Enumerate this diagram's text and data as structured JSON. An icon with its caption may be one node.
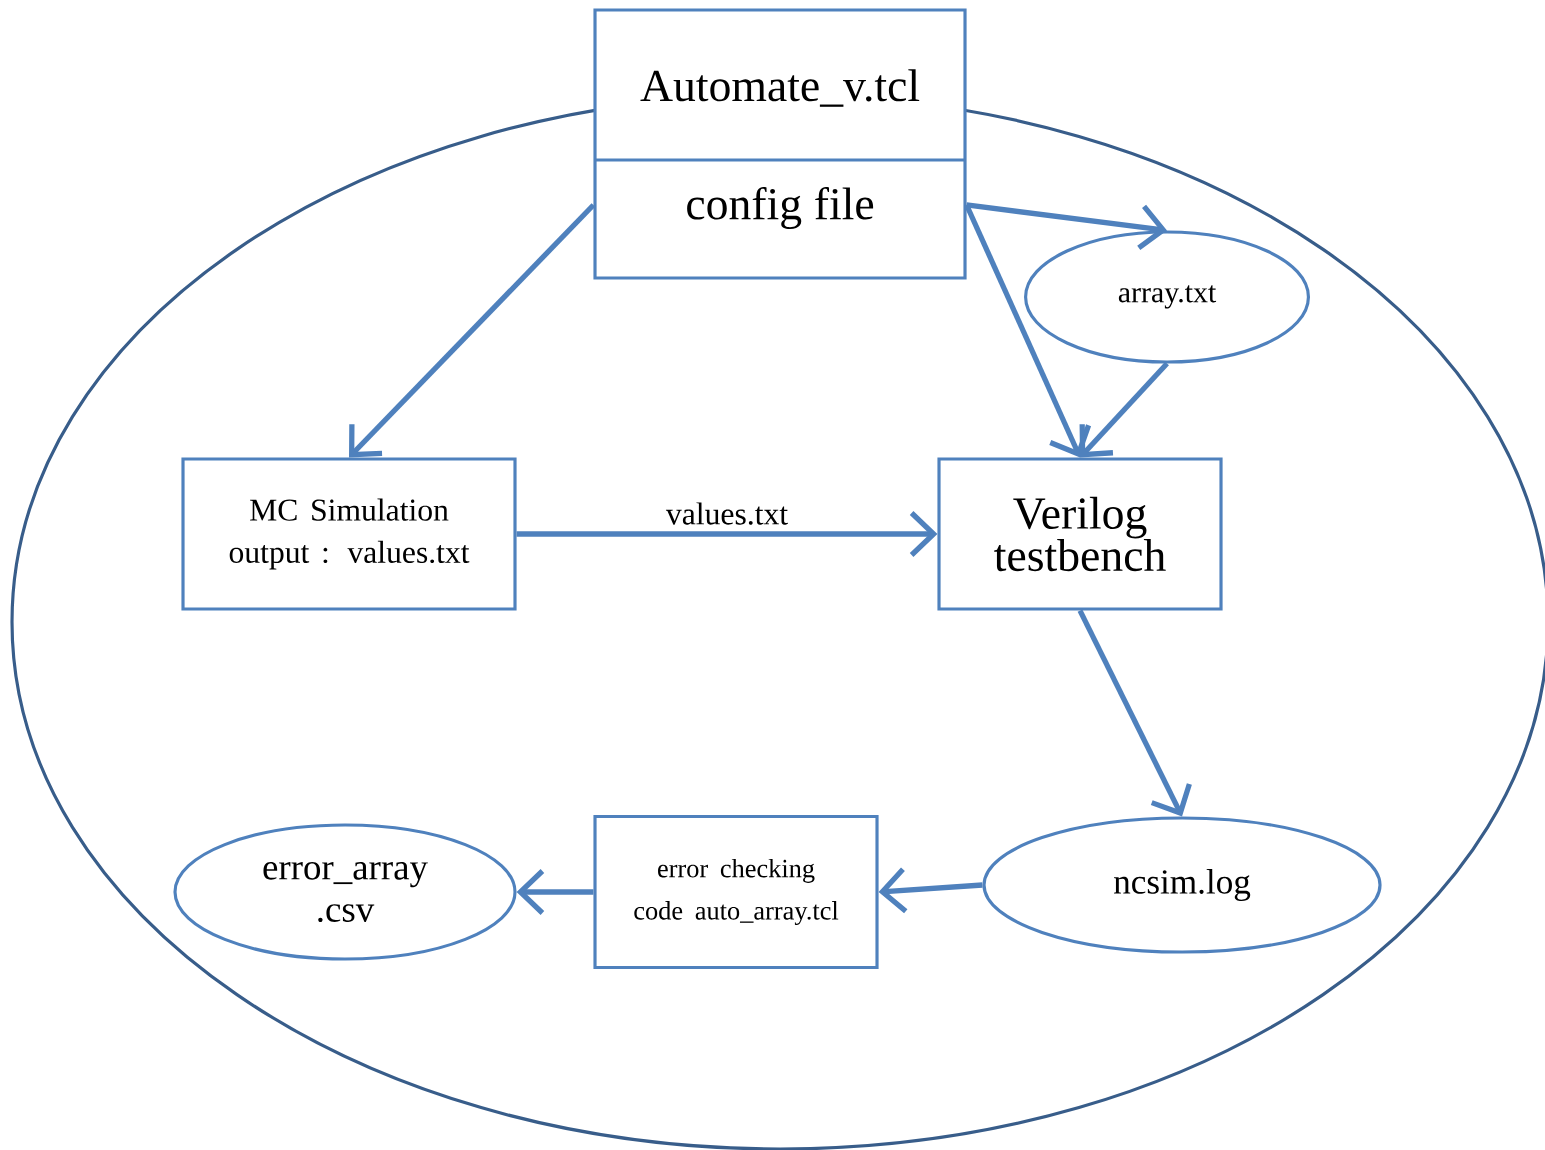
{
  "diagram": {
    "nodes": [
      {
        "text": [
          "Automate_v.tcl",
          "config file"
        ]
      },
      {
        "text": [
          "array.txt"
        ]
      },
      {
        "text": [
          "MC Simulation output : values.txt"
        ]
      },
      {
        "text": [
          "Verilog testbench"
        ]
      },
      {
        "text": [
          "ncsim.log"
        ]
      },
      {
        "text": [
          "error checking code auto_array.tcl"
        ]
      },
      {
        "text": [
          "error_array .csv"
        ]
      }
    ],
    "edges": [
      {
        "from": 0,
        "to": 2,
        "arrow": "to"
      },
      {
        "from": 0,
        "to": 1,
        "arrow": "to"
      },
      {
        "from": 0,
        "to": 3,
        "arrow": "to"
      },
      {
        "from": 1,
        "to": 3,
        "arrow": "to"
      },
      {
        "from": 2,
        "to": 3,
        "arrow": "to",
        "label": "values.txt"
      },
      {
        "from": 3,
        "to": 4,
        "arrow": "to"
      },
      {
        "from": 4,
        "to": 5,
        "arrow": "to"
      },
      {
        "from": 5,
        "to": 6,
        "arrow": "to"
      }
    ]
  }
}
